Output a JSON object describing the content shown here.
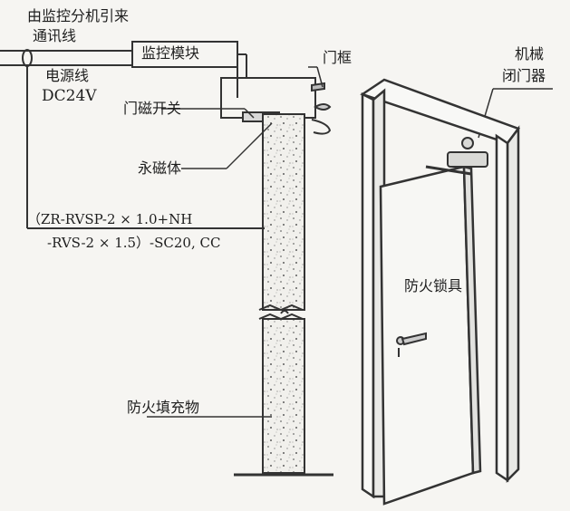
{
  "labels": {
    "source_line1": "由监控分机引来",
    "source_line2": "通讯线",
    "monitor_module": "监控模块",
    "power_line": "电源线",
    "power_voltage": "DC24V",
    "door_frame": "门框",
    "door_closer_line1": "机械",
    "door_closer_line2": "闭门器",
    "door_contact": "门磁开关",
    "magnet": "永磁体",
    "cable_spec_line1": "（ZR-RVSP-2 × 1.0+NH",
    "cable_spec_line2": "-RVS-2 × 1.5）-SC20, CC",
    "fire_lock": "防火锁具",
    "fire_filler": "防火填充物"
  }
}
